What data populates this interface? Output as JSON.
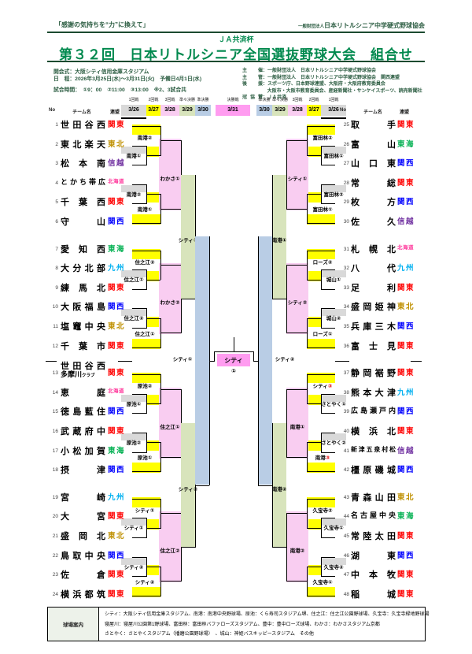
{
  "header": {
    "slogan": "「感謝の気持ちを“力”に換えて」",
    "org_small": "一般財団法人",
    "org": "日本リトルシニア中学硬式野球協会",
    "cup": "ＪＡ共済杯",
    "title": "第３２回　日本リトルシニア全国選抜野球大会　組合せ",
    "info_left": [
      "開会式：大阪シティ信用金庫スタジアム",
      "日　程：2026年3月25日(水)～3月31日(火)　予備日4月1日(水)",
      "試合時間：　①9：00　②11:00　③13:00　※2、3試合共"
    ],
    "info_right": [
      {
        "label": "主　催",
        "text": "一般財団法人　日本リトルシニア中学硬式野球協会"
      },
      {
        "label": "主　管",
        "text": "一般財団法人　日本リトルシニア中学硬式野球協会　関西連盟"
      },
      {
        "label": "後　援",
        "text": "スポーツ庁、日本野球連盟、大阪府・大阪府教育委員会"
      },
      {
        "label": "",
        "text": "大阪市・大阪市教育委員会、産経新聞社・サンケイスポーツ、読売新聞社"
      },
      {
        "label": "冠協賛",
        "text": "ＪＡ共済"
      }
    ]
  },
  "columns": {
    "no": "No",
    "team": "チーム名",
    "league": "連盟"
  },
  "rounds": {
    "left": [
      {
        "name": "1回戦",
        "date": "3/26",
        "color": "#d9d9d9"
      },
      {
        "name": "2回戦",
        "date": "3/27",
        "color": "#ffff00"
      },
      {
        "name": "3回戦",
        "date": "3/28",
        "color": "#f9cdf1"
      },
      {
        "name": "準々決勝",
        "date": "3/29",
        "color": "#d8e4bc"
      },
      {
        "name": "準決勝",
        "date": "3/30",
        "color": "#b9cde5"
      }
    ],
    "final": {
      "name": "決勝戦",
      "date": "3/31",
      "color": "#ff9cf0"
    },
    "right": [
      {
        "name": "準決勝",
        "date": "3/30",
        "color": "#b9cde5"
      },
      {
        "name": "準々決勝",
        "date": "3/29",
        "color": "#d8e4bc"
      },
      {
        "name": "3回戦",
        "date": "3/28",
        "color": "#f9cdf1"
      },
      {
        "name": "2回戦",
        "date": "3/27",
        "color": "#ffff00"
      },
      {
        "name": "1回戦",
        "date": "3/26",
        "color": "#d9d9d9"
      }
    ]
  },
  "colors": {
    "r1": "#d9d9d9",
    "r2": "#ffff00",
    "r3": "#f9cdf1",
    "qf": "#d8e4bc",
    "sf": "#b9cde5",
    "final": "#ff9cf0",
    "line": "#000000"
  },
  "league_colors": {
    "関東": "#ff0000",
    "東北": "#bf9000",
    "信越": "#7030a0",
    "北海道": "#ff3399",
    "関西": "#0000ff",
    "東海": "#00b050",
    "九州": "#00b0f0"
  },
  "teams_left": [
    {
      "no": 1,
      "name": "世田谷西",
      "league": "関東"
    },
    {
      "no": 2,
      "name": "東北楽天",
      "league": "東北"
    },
    {
      "no": 3,
      "name": "松本南",
      "league": "信越"
    },
    {
      "no": 4,
      "name": "とかち帯広",
      "league": "北海道"
    },
    {
      "no": 5,
      "name": "千葉西",
      "league": "関東"
    },
    {
      "no": 6,
      "name": "守山",
      "league": "関西"
    },
    {
      "no": 7,
      "name": "愛知西",
      "league": "東海"
    },
    {
      "no": 8,
      "name": "大分北部",
      "league": "九州"
    },
    {
      "no": 9,
      "name": "練馬北",
      "league": "関東"
    },
    {
      "no": 10,
      "name": "大阪福島",
      "league": "関西"
    },
    {
      "no": 11,
      "name": "塩竈中央",
      "league": "東北"
    },
    {
      "no": 12,
      "name": "千葉市",
      "league": "関東"
    },
    {
      "no": 13,
      "name": "世田谷西",
      "name2": "多摩川",
      "name2_small": "クラブ",
      "league": "関東"
    },
    {
      "no": 14,
      "name": "恵庭",
      "league": "北海道"
    },
    {
      "no": 15,
      "name": "徳島藍住",
      "league": "関西"
    },
    {
      "no": 16,
      "name": "武蔵府中",
      "league": "関東"
    },
    {
      "no": 17,
      "name": "小松加賀",
      "league": "東海"
    },
    {
      "no": 18,
      "name": "摂津",
      "league": "関西"
    },
    {
      "no": 19,
      "name": "宮崎",
      "league": "九州"
    },
    {
      "no": 20,
      "name": "大宮",
      "league": "関東"
    },
    {
      "no": 21,
      "name": "盛岡北",
      "league": "東北"
    },
    {
      "no": 22,
      "name": "鳥取中央",
      "league": "関西"
    },
    {
      "no": 23,
      "name": "佐倉",
      "league": "関東"
    },
    {
      "no": 24,
      "name": "横浜都筑",
      "league": "関東"
    }
  ],
  "teams_right": [
    {
      "no": 25,
      "name": "取手",
      "league": "関東"
    },
    {
      "no": 26,
      "name": "富山",
      "league": "東海"
    },
    {
      "no": 27,
      "name": "山口東",
      "league": "関西"
    },
    {
      "no": 28,
      "name": "常総",
      "league": "関東"
    },
    {
      "no": 29,
      "name": "枚方",
      "league": "関西"
    },
    {
      "no": 30,
      "name": "佐久",
      "league": "信越"
    },
    {
      "no": 31,
      "name": "札幌北",
      "league": "北海道"
    },
    {
      "no": 32,
      "name": "八代",
      "league": "九州"
    },
    {
      "no": 33,
      "name": "足利",
      "league": "関東"
    },
    {
      "no": 34,
      "name": "盛岡姫神",
      "league": "東北"
    },
    {
      "no": 35,
      "name": "兵庫三木",
      "league": "関西"
    },
    {
      "no": 36,
      "name": "富士見",
      "league": "関東"
    },
    {
      "no": 37,
      "name": "静岡裾野",
      "league": "関東"
    },
    {
      "no": 38,
      "name": "熊本大津",
      "league": "九州"
    },
    {
      "no": 39,
      "name": "広島瀬戸内",
      "league": "関西"
    },
    {
      "no": 40,
      "name": "横浜北",
      "league": "関東"
    },
    {
      "no": 41,
      "name": "新津五泉村松",
      "league": "信越"
    },
    {
      "no": 42,
      "name": "橿原磯城",
      "league": "関西"
    },
    {
      "no": 43,
      "name": "青森山田",
      "league": "東北"
    },
    {
      "no": 44,
      "name": "名古屋中央",
      "league": "東海"
    },
    {
      "no": 45,
      "name": "常陸太田",
      "league": "関東"
    },
    {
      "no": 46,
      "name": "湖東",
      "league": "関西"
    },
    {
      "no": 47,
      "name": "中本牧",
      "league": "関東"
    },
    {
      "no": 48,
      "name": "稲城",
      "league": "関東"
    }
  ],
  "blocks_left": [
    {
      "r2a": "南港②",
      "r1a": "南港①",
      "r3": "わかさ①",
      "r1b": "南港②",
      "r2b": "南港①"
    },
    {
      "r2a": "住之江②",
      "r1a": "住之江①",
      "r3": "わかさ②",
      "r1b": "住之江②",
      "r2b": "住之江①"
    },
    {
      "r2a": "原池②",
      "r1a": "原池①",
      "r3": "住之江①",
      "r1b": "原池②",
      "r2b": "原池①"
    },
    {
      "r2a": "シティ①",
      "r1a": "シティ①",
      "r3": "住之江②",
      "r1b": "シティ②",
      "r2b": "シティ②"
    }
  ],
  "blocks_right": [
    {
      "r2a": "富田林②",
      "r1a": "富田林①",
      "r3": "シティ①",
      "r1b": "富田林②",
      "r2b": "富田林①"
    },
    {
      "r2a": "ローズ②",
      "r1a": "城山①",
      "r3": "シティ②",
      "r1b": "城山②",
      "r2b": "ローズ①"
    },
    {
      "r2a": "シティ③",
      "r1a": "さとやく①",
      "r3": "南港①",
      "r1b": "さとやく②",
      "r2b": "南港③"
    },
    {
      "r2a": "久宝寺②",
      "r1a": "久宝寺①",
      "r3": "南港②",
      "r1b": "久宝寺②",
      "r2b": "久宝寺①"
    }
  ],
  "qf_left": [
    "シティ①",
    "シティ②"
  ],
  "qf_right": [
    "南港①",
    "南港②"
  ],
  "sf_left": "シティ①",
  "sf_right": "シティ②",
  "final_venue": {
    "name": "シティ",
    "game": "①"
  },
  "legend": {
    "label": "球場案内",
    "lines": [
      "シティ：大阪シティ信用金庫スタジアム、南港：南港中央野球場、原池：くら寿司スタジアム堺、住之江：住之江公園野球場、久宝寺：久宝寺緑地野球場",
      "寝屋川：寝屋川公園第1野球場、富田林：富田林バファローズスタジアム、豊中：豊中ローズ球場、わかさ：わかさスタジアム京都",
      "さとやく：さとやくスタジアム（播磨公園野球場）　、城山：神姫バスキッピースタジアム　その他"
    ]
  }
}
